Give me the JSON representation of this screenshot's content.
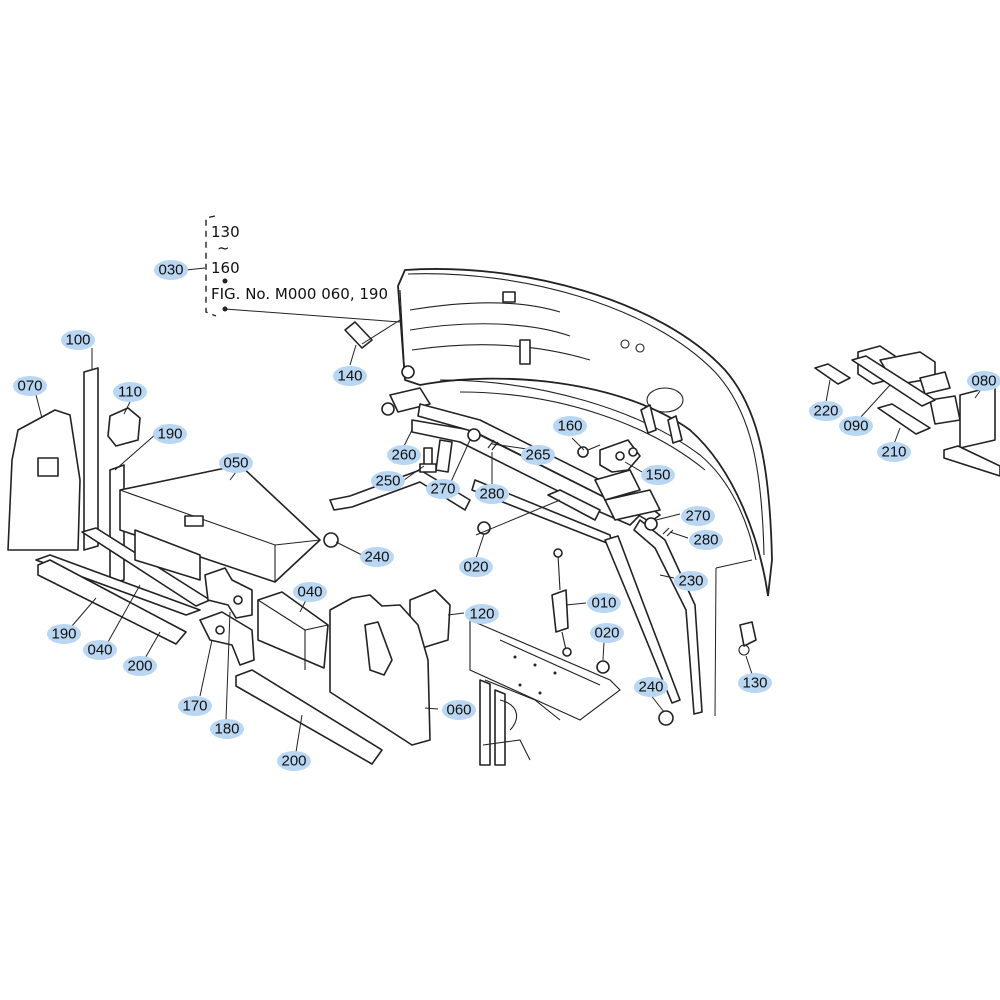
{
  "reference": {
    "line1": "130",
    "tilde": "~",
    "line2": "160",
    "fig": "FIG. No. M000  060, 190"
  },
  "callouts": [
    {
      "id": "030",
      "text": "030"
    },
    {
      "id": "100",
      "text": "100"
    },
    {
      "id": "070",
      "text": "070"
    },
    {
      "id": "110",
      "text": "110"
    },
    {
      "id": "190a",
      "text": "190"
    },
    {
      "id": "050",
      "text": "050"
    },
    {
      "id": "140",
      "text": "140"
    },
    {
      "id": "260",
      "text": "260"
    },
    {
      "id": "250",
      "text": "250"
    },
    {
      "id": "270a",
      "text": "270"
    },
    {
      "id": "280a",
      "text": "280"
    },
    {
      "id": "265",
      "text": "265"
    },
    {
      "id": "160",
      "text": "160"
    },
    {
      "id": "150",
      "text": "150"
    },
    {
      "id": "240a",
      "text": "240"
    },
    {
      "id": "020a",
      "text": "020"
    },
    {
      "id": "270b",
      "text": "270"
    },
    {
      "id": "280b",
      "text": "280"
    },
    {
      "id": "230",
      "text": "230"
    },
    {
      "id": "010",
      "text": "010"
    },
    {
      "id": "020b",
      "text": "020"
    },
    {
      "id": "240b",
      "text": "240"
    },
    {
      "id": "130",
      "text": "130"
    },
    {
      "id": "040a",
      "text": "040"
    },
    {
      "id": "120",
      "text": "120"
    },
    {
      "id": "190b",
      "text": "190"
    },
    {
      "id": "040b",
      "text": "040"
    },
    {
      "id": "200a",
      "text": "200"
    },
    {
      "id": "170",
      "text": "170"
    },
    {
      "id": "180",
      "text": "180"
    },
    {
      "id": "060",
      "text": "060"
    },
    {
      "id": "200b",
      "text": "200"
    },
    {
      "id": "080",
      "text": "080"
    },
    {
      "id": "220",
      "text": "220"
    },
    {
      "id": "090",
      "text": "090"
    },
    {
      "id": "210",
      "text": "210"
    }
  ],
  "colors": {
    "callout_fill": "#b9d6f2",
    "line": "#222222",
    "background": "#ffffff"
  }
}
